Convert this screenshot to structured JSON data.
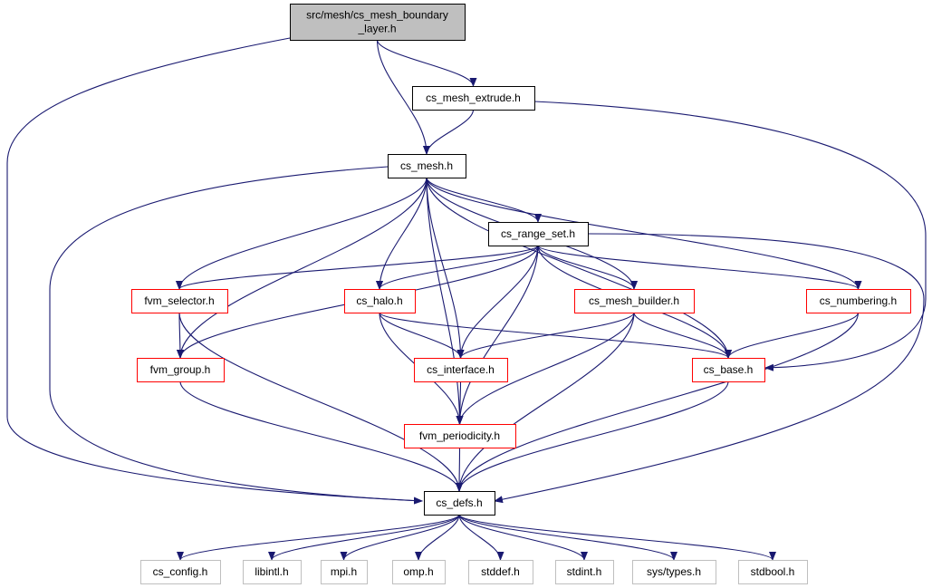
{
  "colors": {
    "edge": "#191970",
    "root_fill": "#bfbfbf",
    "border_black": "#000000",
    "border_red": "#ff0000",
    "border_gray": "#bfbfbf",
    "text_gray": "#555555"
  },
  "nodes": [
    {
      "id": "root",
      "lines": [
        "src/mesh/cs_mesh_boundary",
        "_layer.h"
      ],
      "style": "root"
    },
    {
      "id": "cs_mesh_extrude",
      "lines": [
        "cs_mesh_extrude.h"
      ],
      "style": "black"
    },
    {
      "id": "cs_mesh",
      "lines": [
        "cs_mesh.h"
      ],
      "style": "black"
    },
    {
      "id": "cs_range_set",
      "lines": [
        "cs_range_set.h"
      ],
      "style": "black"
    },
    {
      "id": "fvm_selector",
      "lines": [
        "fvm_selector.h"
      ],
      "style": "red"
    },
    {
      "id": "cs_halo",
      "lines": [
        "cs_halo.h"
      ],
      "style": "red"
    },
    {
      "id": "cs_mesh_builder",
      "lines": [
        "cs_mesh_builder.h"
      ],
      "style": "red"
    },
    {
      "id": "cs_numbering",
      "lines": [
        "cs_numbering.h"
      ],
      "style": "red"
    },
    {
      "id": "fvm_group",
      "lines": [
        "fvm_group.h"
      ],
      "style": "red"
    },
    {
      "id": "cs_interface",
      "lines": [
        "cs_interface.h"
      ],
      "style": "red"
    },
    {
      "id": "cs_base",
      "lines": [
        "cs_base.h"
      ],
      "style": "red"
    },
    {
      "id": "fvm_periodicity",
      "lines": [
        "fvm_periodicity.h"
      ],
      "style": "red"
    },
    {
      "id": "cs_defs",
      "lines": [
        "cs_defs.h"
      ],
      "style": "black"
    },
    {
      "id": "cs_config",
      "lines": [
        "cs_config.h"
      ],
      "style": "gray"
    },
    {
      "id": "libintl",
      "lines": [
        "libintl.h"
      ],
      "style": "gray"
    },
    {
      "id": "mpi",
      "lines": [
        "mpi.h"
      ],
      "style": "gray"
    },
    {
      "id": "omp",
      "lines": [
        "omp.h"
      ],
      "style": "gray"
    },
    {
      "id": "stddef",
      "lines": [
        "stddef.h"
      ],
      "style": "gray"
    },
    {
      "id": "stdint",
      "lines": [
        "stdint.h"
      ],
      "style": "gray"
    },
    {
      "id": "sys_types",
      "lines": [
        "sys/types.h"
      ],
      "style": "gray"
    },
    {
      "id": "stdbool",
      "lines": [
        "stdbool.h"
      ],
      "style": "gray"
    }
  ],
  "edges": [
    [
      "root",
      "cs_mesh_extrude"
    ],
    [
      "root",
      "cs_mesh"
    ],
    [
      "root",
      "cs_defs"
    ],
    [
      "cs_mesh_extrude",
      "cs_mesh"
    ],
    [
      "cs_mesh_extrude",
      "cs_base"
    ],
    [
      "cs_mesh",
      "cs_range_set"
    ],
    [
      "cs_mesh",
      "fvm_selector"
    ],
    [
      "cs_mesh",
      "cs_halo"
    ],
    [
      "cs_mesh",
      "cs_mesh_builder"
    ],
    [
      "cs_mesh",
      "cs_numbering"
    ],
    [
      "cs_mesh",
      "fvm_group"
    ],
    [
      "cs_mesh",
      "cs_interface"
    ],
    [
      "cs_mesh",
      "cs_base"
    ],
    [
      "cs_mesh",
      "fvm_periodicity"
    ],
    [
      "cs_mesh",
      "cs_defs"
    ],
    [
      "cs_range_set",
      "fvm_selector"
    ],
    [
      "cs_range_set",
      "cs_halo"
    ],
    [
      "cs_range_set",
      "cs_mesh_builder"
    ],
    [
      "cs_range_set",
      "cs_numbering"
    ],
    [
      "cs_range_set",
      "fvm_group"
    ],
    [
      "cs_range_set",
      "cs_interface"
    ],
    [
      "cs_range_set",
      "cs_base"
    ],
    [
      "cs_range_set",
      "fvm_periodicity"
    ],
    [
      "cs_range_set",
      "cs_defs"
    ],
    [
      "fvm_selector",
      "fvm_group"
    ],
    [
      "fvm_selector",
      "cs_defs"
    ],
    [
      "cs_halo",
      "cs_interface"
    ],
    [
      "cs_halo",
      "cs_base"
    ],
    [
      "cs_halo",
      "fvm_periodicity"
    ],
    [
      "cs_mesh_builder",
      "cs_interface"
    ],
    [
      "cs_mesh_builder",
      "cs_base"
    ],
    [
      "cs_mesh_builder",
      "fvm_periodicity"
    ],
    [
      "cs_mesh_builder",
      "cs_defs"
    ],
    [
      "cs_numbering",
      "cs_base"
    ],
    [
      "cs_numbering",
      "cs_defs"
    ],
    [
      "fvm_group",
      "cs_defs"
    ],
    [
      "cs_interface",
      "fvm_periodicity"
    ],
    [
      "cs_base",
      "cs_defs"
    ],
    [
      "fvm_periodicity",
      "cs_defs"
    ],
    [
      "cs_defs",
      "cs_config"
    ],
    [
      "cs_defs",
      "libintl"
    ],
    [
      "cs_defs",
      "mpi"
    ],
    [
      "cs_defs",
      "omp"
    ],
    [
      "cs_defs",
      "stddef"
    ],
    [
      "cs_defs",
      "stdint"
    ],
    [
      "cs_defs",
      "sys_types"
    ],
    [
      "cs_defs",
      "stdbool"
    ]
  ]
}
